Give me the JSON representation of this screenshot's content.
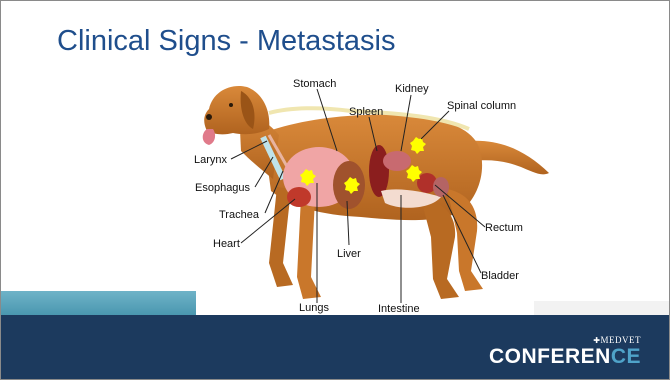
{
  "slide": {
    "title": "Clinical Signs - Metastasis"
  },
  "diagram": {
    "labels": {
      "stomach": "Stomach",
      "kidney": "Kidney",
      "spleen": "Spleen",
      "spinal_column": "Spinal column",
      "larynx": "Larynx",
      "esophagus": "Esophagus",
      "trachea": "Trachea",
      "heart": "Heart",
      "liver": "Liver",
      "lungs": "Lungs",
      "intestine": "Intestine",
      "rectum": "Rectum",
      "bladder": "Bladder"
    },
    "marker_color": "#ffff00",
    "body_color": "#c8762a"
  },
  "footer": {
    "logo_small": "MEDVET",
    "logo_main": "CONFEREN",
    "logo_accent": "CE",
    "cross_glyph": "✚",
    "background": "#1c3a5e"
  }
}
